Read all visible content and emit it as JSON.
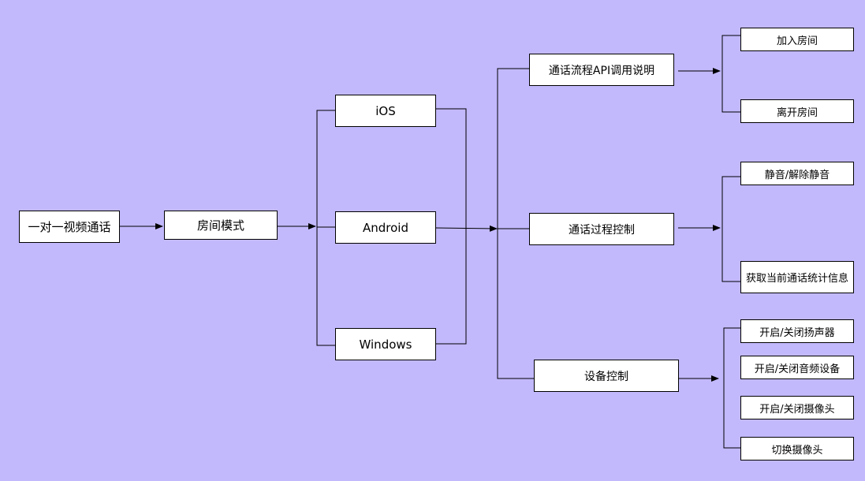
{
  "colors": {
    "background": "#c2b9fd",
    "node_fill": "#ffffff",
    "stroke": "#000000"
  },
  "diagram": {
    "root": "一对一视频通话",
    "mode": "房间模式",
    "platforms": [
      "iOS",
      "Android",
      "Windows"
    ],
    "groups": [
      {
        "label": "通话流程API调用说明",
        "items": [
          "加入房间",
          "离开房间"
        ]
      },
      {
        "label": "通话过程控制",
        "items": [
          "静音/解除静音",
          "获取当前通话统计信息"
        ]
      },
      {
        "label": "设备控制",
        "items": [
          "开启/关闭扬声器",
          "开启/关闭音频设备",
          "开启/关闭摄像头",
          "切换摄像头"
        ]
      }
    ]
  }
}
